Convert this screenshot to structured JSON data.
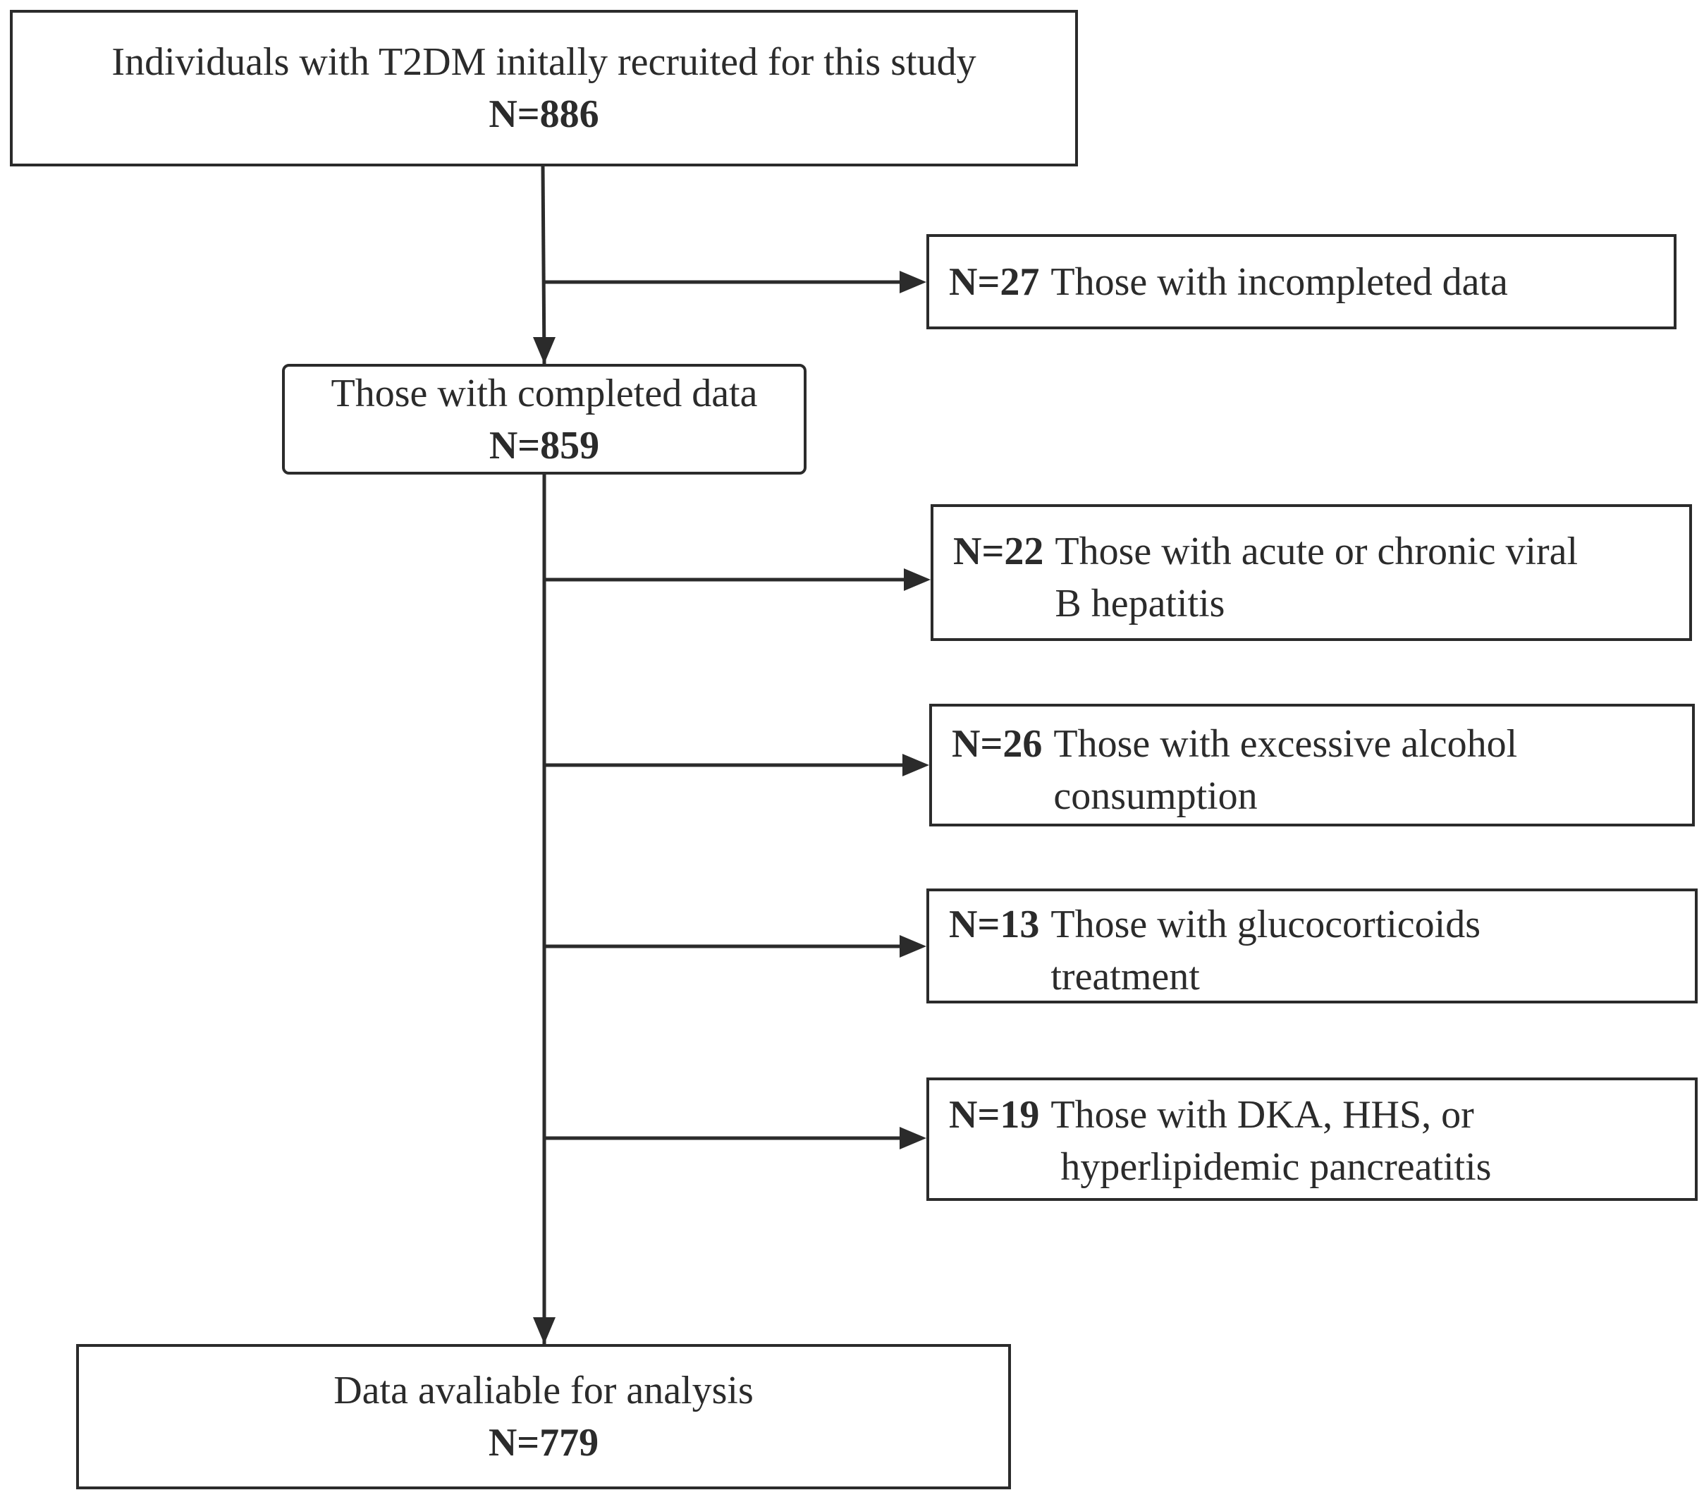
{
  "nodes": {
    "start": {
      "title": "Individuals with T2DM initally recruited for this study",
      "count": "N=886"
    },
    "completed": {
      "title": "Those with completed data",
      "count": "N=859"
    },
    "final": {
      "title": "Data avaliable for analysis",
      "count": "N=779"
    }
  },
  "exclusions": [
    {
      "count": "N=27",
      "line1": "Those with incompleted data",
      "line2": ""
    },
    {
      "count": "N=22",
      "line1": "Those with acute or chronic viral",
      "line2": "B hepatitis"
    },
    {
      "count": "N=26",
      "line1": "Those with excessive alcohol",
      "line2": "consumption"
    },
    {
      "count": "N=13",
      "line1": "Those with glucocorticoids",
      "line2": "treatment"
    },
    {
      "count": "N=19",
      "line1": "Those with DKA, HHS, or",
      "line2": "hyperlipidemic pancreatitis"
    }
  ]
}
